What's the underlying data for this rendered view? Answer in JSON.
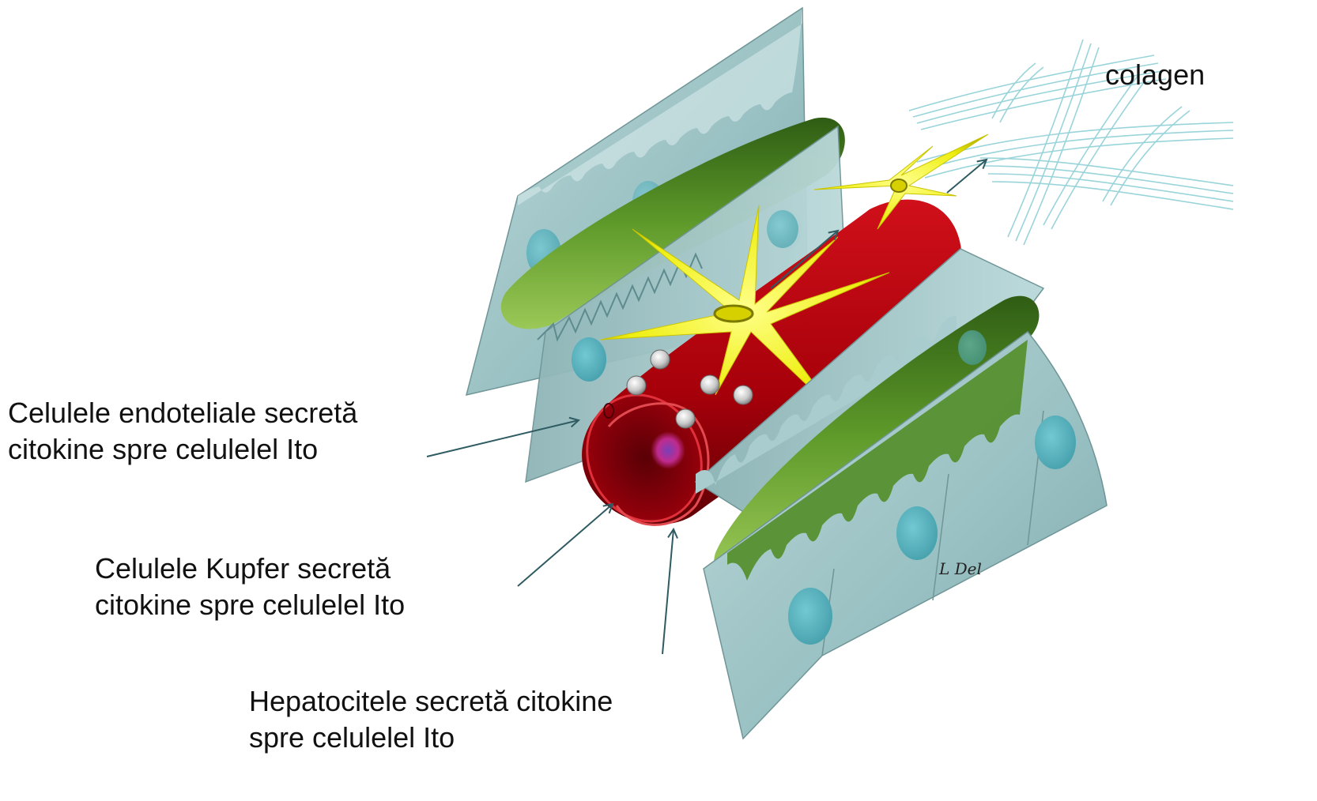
{
  "labels": {
    "endothelial": [
      "Celulele endoteliale secretă",
      "citokine spre celulelel Ito"
    ],
    "kupffer": [
      "Celulele Kupfer secretă",
      "citokine spre celulelel Ito"
    ],
    "hepatocytes": [
      "Hepatocitele secretă citokine",
      "spre celulelel Ito"
    ],
    "collagen": "colagen"
  },
  "signature": "L Del",
  "colors": {
    "hepatocyte": "#9fc4c6",
    "hepatocyte_dark": "#6f9597",
    "nucleus": "#5fb5c0",
    "sinusoid": "#a8000a",
    "sinusoid_dark": "#6e0006",
    "bile_canaliculus": "#4d8a1e",
    "ito_cell": "#f2f01a",
    "collagen": "#8fd0d6",
    "arrow": "#2f5b62"
  }
}
